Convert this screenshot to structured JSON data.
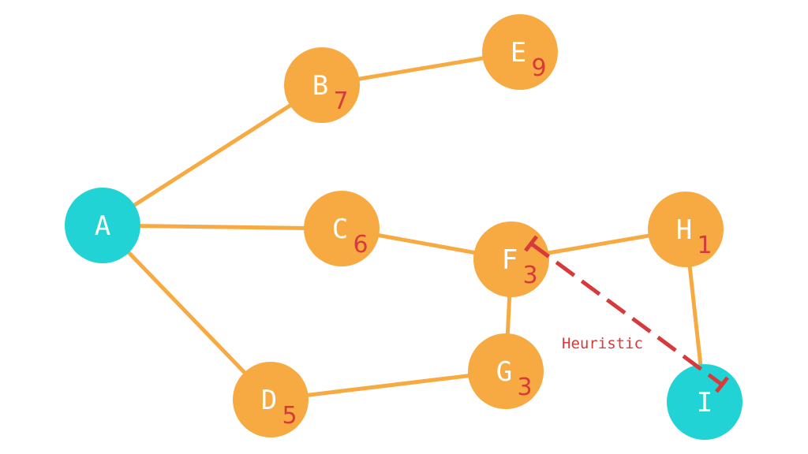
{
  "colors": {
    "node_default": "#F8AA42",
    "node_endpoint": "#22D3D5",
    "edge": "#F8AA42",
    "heuristic": "#D63A3A",
    "label": "#ffffff"
  },
  "nodes": [
    {
      "id": "A",
      "label": "A",
      "h": "",
      "kind": "endpoint"
    },
    {
      "id": "B",
      "label": "B",
      "h": "7",
      "kind": "default"
    },
    {
      "id": "C",
      "label": "C",
      "h": "6",
      "kind": "default"
    },
    {
      "id": "D",
      "label": "D",
      "h": "5",
      "kind": "default"
    },
    {
      "id": "E",
      "label": "E",
      "h": "9",
      "kind": "default"
    },
    {
      "id": "F",
      "label": "F",
      "h": "3",
      "kind": "default"
    },
    {
      "id": "G",
      "label": "G",
      "h": "3",
      "kind": "default"
    },
    {
      "id": "H",
      "label": "H",
      "h": "1",
      "kind": "default"
    },
    {
      "id": "I",
      "label": "I",
      "h": "",
      "kind": "endpoint"
    }
  ],
  "edges": [
    [
      "A",
      "B"
    ],
    [
      "B",
      "E"
    ],
    [
      "A",
      "C"
    ],
    [
      "C",
      "F"
    ],
    [
      "A",
      "D"
    ],
    [
      "D",
      "G"
    ],
    [
      "G",
      "F"
    ],
    [
      "F",
      "H"
    ],
    [
      "H",
      "I"
    ]
  ],
  "heuristic": {
    "from": "F",
    "to": "I",
    "label": "Heuristic"
  }
}
